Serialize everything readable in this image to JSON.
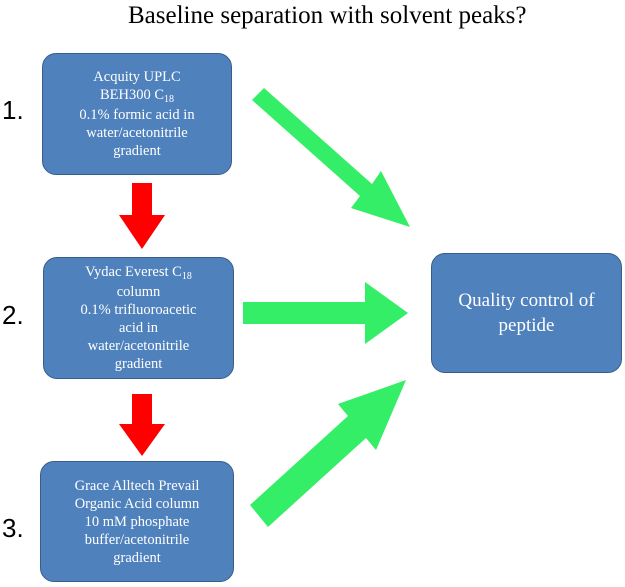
{
  "title": "Baseline separation with solvent peaks?",
  "steps": [
    {
      "number": "1.",
      "lines": [
        "Acquity UPLC",
        "BEH300 C",
        "0.1% formic acid in",
        "water/acetonitrile",
        "gradient"
      ],
      "subscript": "18"
    },
    {
      "number": "2.",
      "lines": [
        "Vydac Everest C",
        "column",
        "0.1% trifluoroacetic",
        "acid in",
        "water/acetonitrile",
        "gradient"
      ],
      "subscript": "18"
    },
    {
      "number": "3.",
      "lines": [
        "Grace Alltech Prevail",
        "Organic Acid column",
        "10 mM phosphate",
        "buffer/acetonitrile",
        "gradient"
      ]
    }
  ],
  "target": {
    "lines": [
      "Quality control of",
      "peptide"
    ]
  },
  "colors": {
    "box_fill": "#4f81bd",
    "box_border": "#385d8a",
    "down_arrow": "#ff0000",
    "right_arrow": "#33ee66"
  }
}
